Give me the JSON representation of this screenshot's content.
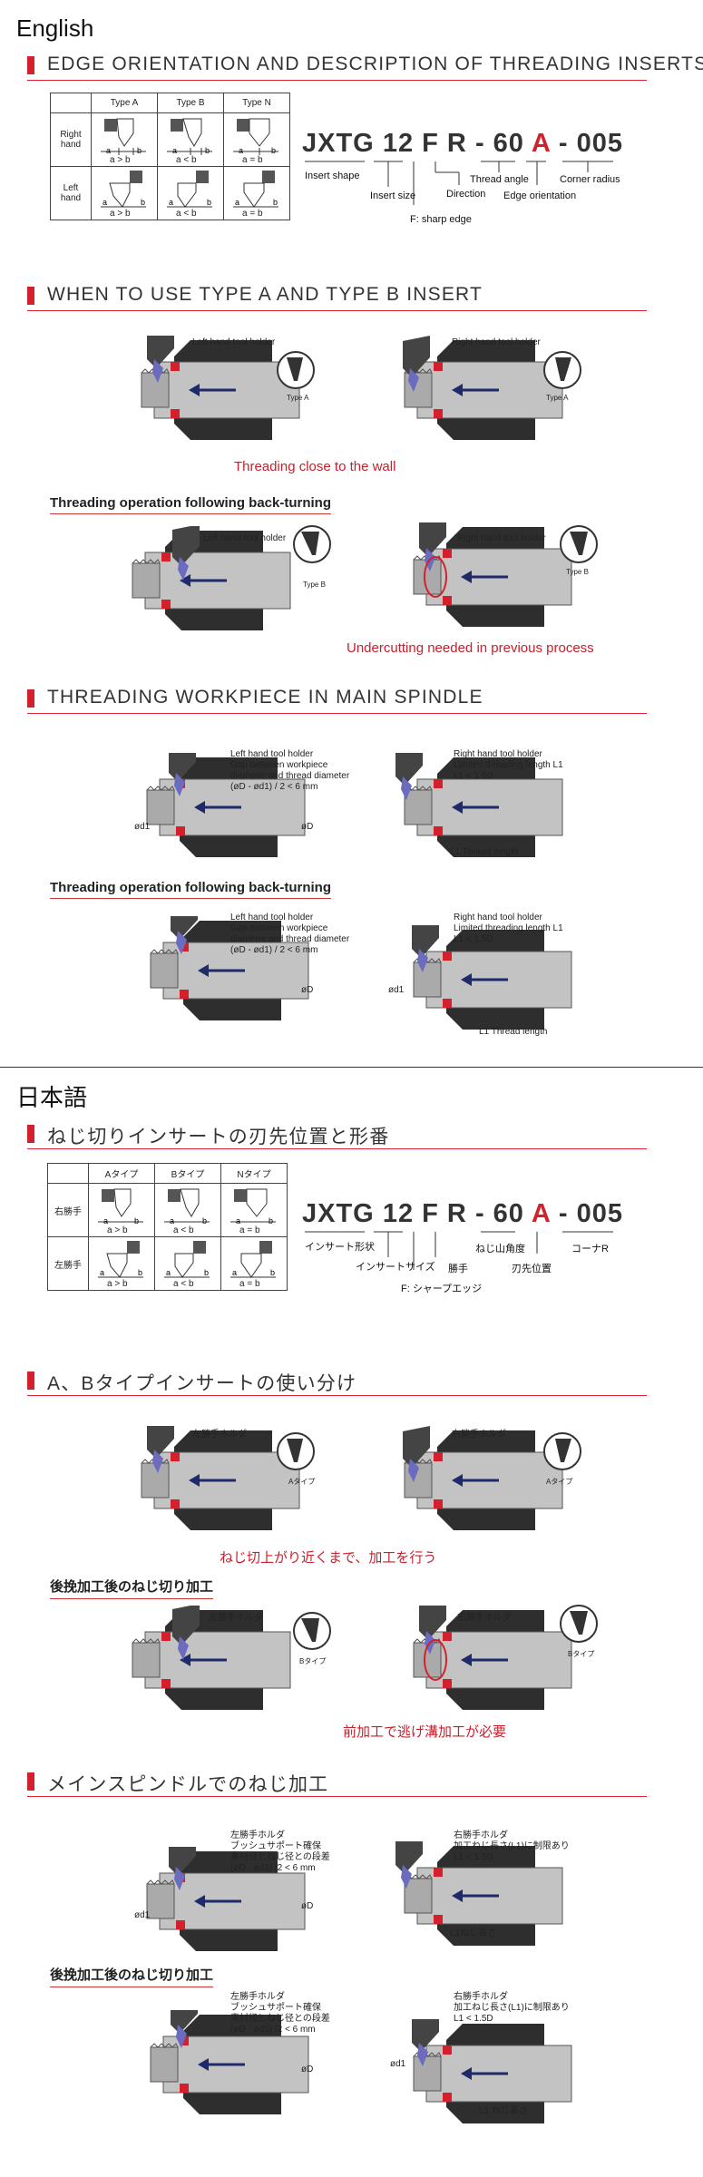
{
  "en": {
    "lang": "English",
    "s1": "EDGE ORIENTATION AND DESCRIPTION OF THREADING INSERTS",
    "table": {
      "h": [
        "Type A",
        "Type B",
        "Type N"
      ],
      "rows": [
        "Right hand",
        "Left hand"
      ],
      "cmp": [
        "a > b",
        "a < b",
        "a = b"
      ]
    },
    "code": {
      "p1": "JXTG",
      "p2": "12",
      "p3": "F",
      "p4": "R",
      "p5": "-",
      "p6": "60",
      "p7": "A",
      "p8": "-",
      "p9": "005"
    },
    "codeLabels": {
      "insert_shape": "Insert shape",
      "insert_size": "Insert size",
      "sharp": "F: sharp edge",
      "direction": "Direction",
      "thread_angle": "Thread angle",
      "edge_orientation": "Edge orientation",
      "corner_radius": "Corner radius"
    },
    "s2": "WHEN TO USE TYPE A AND TYPE B INSERT",
    "lh": "Left hand tool holder",
    "rh": "Right hand tool holder",
    "typeA": "Type A",
    "typeB": "Type B",
    "wall": "Threading close to the wall",
    "backturn": "Threading operation following back-turning",
    "undercut": "Undercutting needed in previous process",
    "s3": "THREADING WORKPIECE IN MAIN SPINDLE",
    "gap1": "Gap between workpiece",
    "gap2": "diameter and thread diameter",
    "gap3": "(øD - ød1) / 2 < 6 mm",
    "lim1": "Limited threading length L1",
    "lim2": "L1 < 1.5D",
    "tl": "L1 Thread length",
    "thl": "L1 Thread length",
    "d1": "ød1",
    "D": "øD"
  },
  "ja": {
    "lang": "日本語",
    "s1": "ねじ切りインサートの刃先位置と形番",
    "table": {
      "h": [
        "Aタイプ",
        "Bタイプ",
        "Nタイプ"
      ],
      "rows": [
        "右勝手",
        "左勝手"
      ],
      "cmp": [
        "a > b",
        "a < b",
        "a = b"
      ]
    },
    "code": {
      "p1": "JXTG",
      "p2": "12",
      "p3": "F",
      "p4": "R",
      "p5": "-",
      "p6": "60",
      "p7": "A",
      "p8": "-",
      "p9": "005"
    },
    "codeLabels": {
      "insert_shape": "インサート形状",
      "insert_size": "インサートサイズ",
      "sharp": "F: シャープエッジ",
      "direction": "勝手",
      "thread_angle": "ねじ山角度",
      "edge_orientation": "刃先位置",
      "corner_radius": "コーナR"
    },
    "s2": "A、Bタイプインサートの使い分け",
    "lh": "左勝手ホルダ",
    "rh": "右勝手ホルダ",
    "typeA": "Aタイプ",
    "typeB": "Bタイプ",
    "wall": "ねじ切上がり近くまで、加工を行う",
    "backturn": "後挽加工後のねじ切り加工",
    "undercut": "前加工で逃げ溝加工が必要",
    "s3": "メインスピンドルでのねじ加工",
    "gap1": "ブッシュサポート確保",
    "gap2": "素材径とねじ径との段差",
    "gap3": "(øD - ød1) /2 < 6 mm",
    "lim1": "加工ねじ長さ(L1)に制限あり",
    "lim2": "L1 < 1.5D",
    "tl": "L1ねじ長さ",
    "thl": "L1 ねじ長さ",
    "d1": "ød1",
    "D": "øD"
  },
  "colors": {
    "accent": "#d3202b",
    "arrow": "#1f2a6b",
    "part": "#b9b9b9"
  }
}
